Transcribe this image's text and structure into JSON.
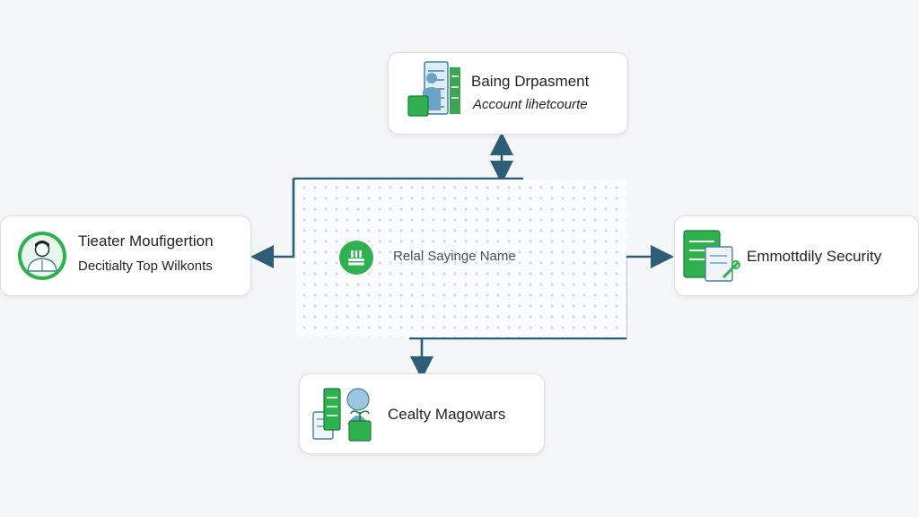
{
  "hub": {
    "label": "Relal Sayinge Name",
    "icon": "database-icon"
  },
  "nodes": {
    "top": {
      "title": "Baing Drpasment",
      "subtitle": "Account lihetcourte",
      "icon": "server-worker-icon"
    },
    "left": {
      "title": "Tieater Moufigertion",
      "subtitle": "Decitialty Top Wilkonts",
      "icon": "user-avatar-icon"
    },
    "right": {
      "title": "Emmottdily Security",
      "icon": "document-tools-icon"
    },
    "bottom": {
      "title": "Cealty Magowars",
      "icon": "server-plant-icon"
    }
  },
  "colors": {
    "accent": "#2fb14f",
    "connector": "#2e5d77",
    "illustration_blue": "#6aa3c8",
    "card_border": "#d9dde2",
    "background": "#f5f6f7"
  }
}
